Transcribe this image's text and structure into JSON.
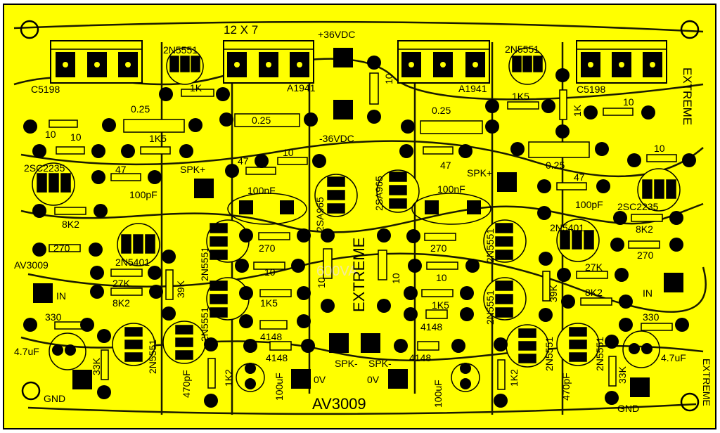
{
  "board": {
    "title_left": "AV3009",
    "title_bottom": "AV3009",
    "label_12x7": "12 X 7",
    "label_pos_supply": "+36VDC",
    "label_neg_supply": "-36VDC",
    "brand_center": "EXTREME",
    "brand_right_vertical": "EXTREME",
    "brand_bottom_right": "EXTREME",
    "watermark": "600VA"
  },
  "components": {
    "c5198": "C5198",
    "a1941": "A1941",
    "q_2n5551": "2N5551",
    "q_2sc2235": "2SC2235",
    "q_2n5401": "2N5401",
    "q_2sa965": "2SA965",
    "r_1k": "1K",
    "r_1k5": "1K5",
    "r_025": "0.25",
    "r_10": "10",
    "r_47": "47",
    "r_8k2": "8K2",
    "r_270": "270",
    "r_27k": "27K",
    "r_39k": "39K",
    "r_330": "330",
    "r_33k": "33K",
    "r_1k2": "1K2",
    "c_100pf": "100pF",
    "c_100nf": "100nF",
    "c_470pf": "470pF",
    "c_100uf": "100uF",
    "c_47uf": "4.7uF",
    "d_4148": "4148"
  },
  "connectors": {
    "spk_pos": "SPK+",
    "spk_neg": "SPK-",
    "input": "IN",
    "ground": "GND",
    "zero_v": "0V"
  },
  "colors": {
    "board": "#ffff00",
    "copper_dark": "#1a1a00",
    "pad": "#000000",
    "hole": "#ffff00",
    "text": "#000000"
  }
}
